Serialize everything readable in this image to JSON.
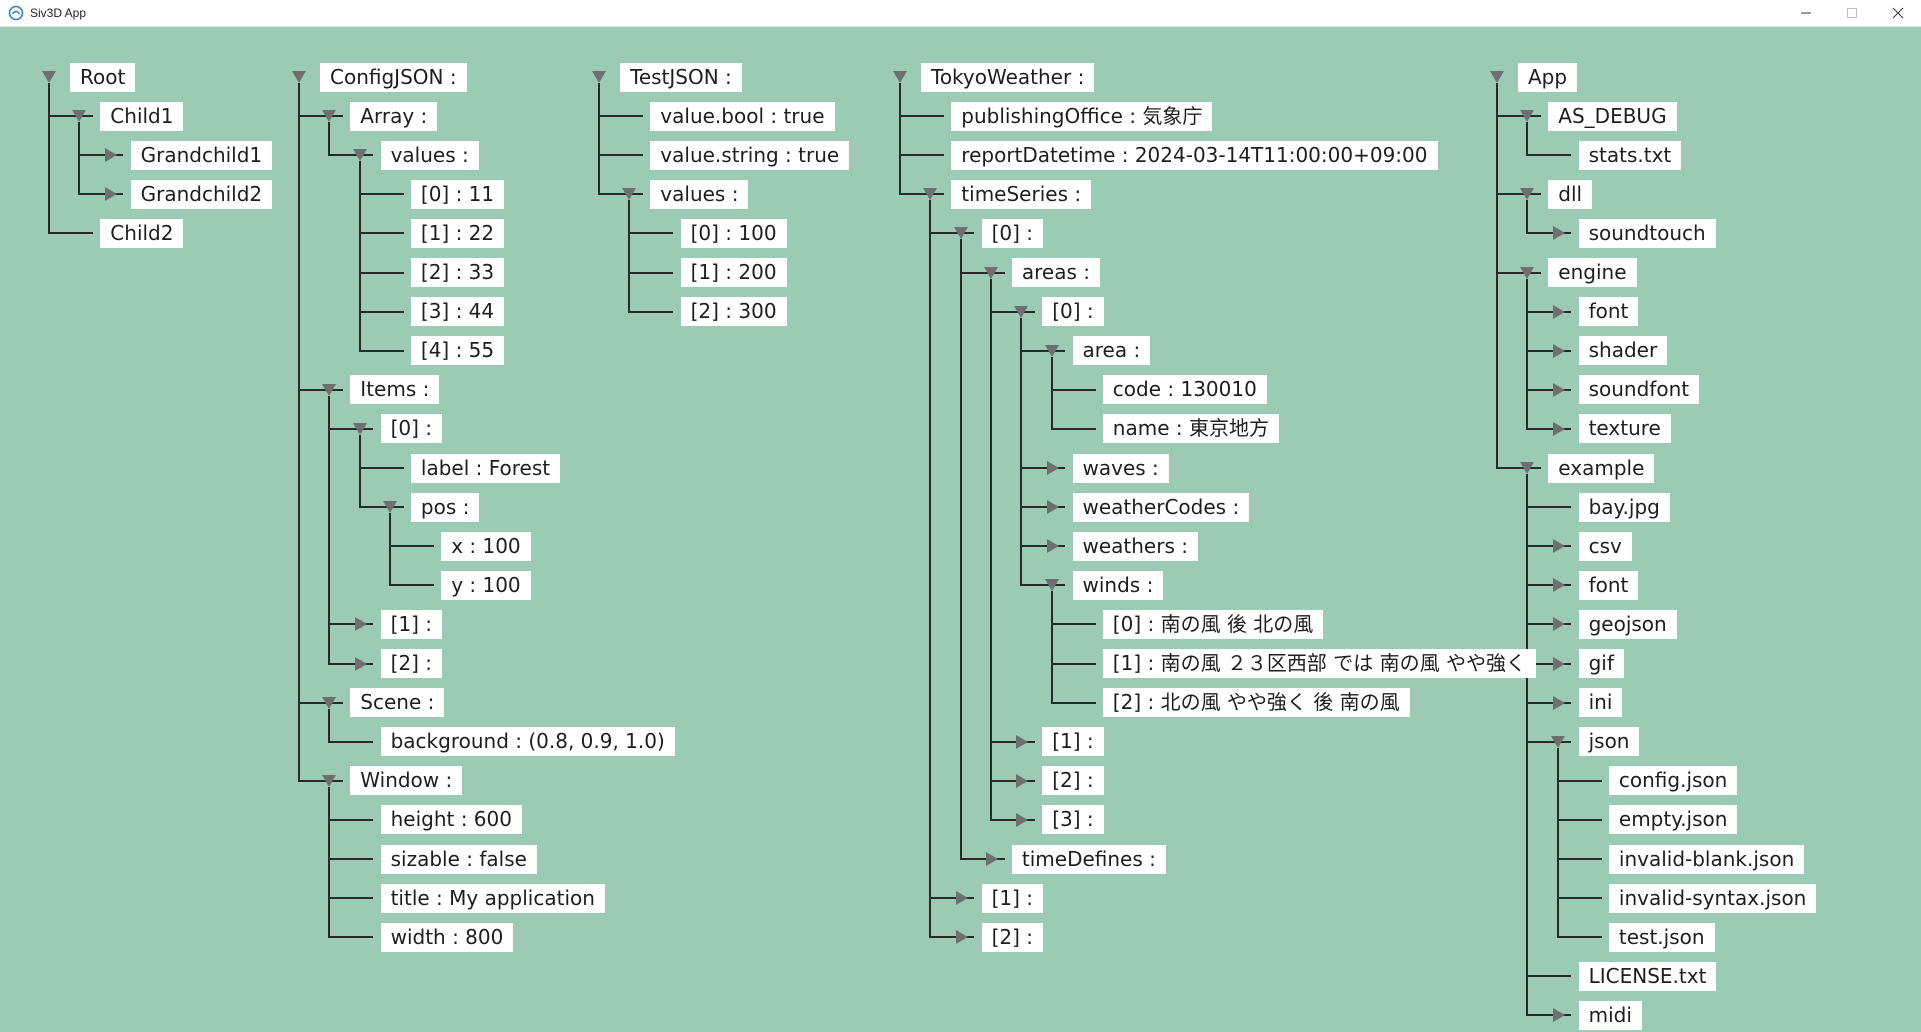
{
  "window": {
    "title": "Siv3D App",
    "accent_color": "#9bcab5"
  },
  "trees": [
    {
      "id": "root",
      "label": "Root",
      "open": true,
      "children": [
        {
          "label": "Child1",
          "open": true,
          "children": [
            {
              "label": "Grandchild1",
              "open": false
            },
            {
              "label": "Grandchild2",
              "open": false
            }
          ]
        },
        {
          "label": "Child2"
        }
      ]
    },
    {
      "id": "config",
      "label": "ConfigJSON :",
      "open": true,
      "children": [
        {
          "label": "Array :",
          "open": true,
          "children": [
            {
              "label": "values :",
              "open": true,
              "children": [
                {
                  "label": "[0] : 11"
                },
                {
                  "label": "[1] : 22"
                },
                {
                  "label": "[2] : 33"
                },
                {
                  "label": "[3] : 44"
                },
                {
                  "label": "[4] : 55"
                }
              ]
            }
          ]
        },
        {
          "label": "Items :",
          "open": true,
          "children": [
            {
              "label": "[0] :",
              "open": true,
              "children": [
                {
                  "label": "label : Forest"
                },
                {
                  "label": "pos :",
                  "open": true,
                  "children": [
                    {
                      "label": "x : 100"
                    },
                    {
                      "label": "y : 100"
                    }
                  ]
                }
              ]
            },
            {
              "label": "[1] :",
              "open": false
            },
            {
              "label": "[2] :",
              "open": false
            }
          ]
        },
        {
          "label": "Scene :",
          "open": true,
          "children": [
            {
              "label": "background : (0.8, 0.9, 1.0)"
            }
          ]
        },
        {
          "label": "Window :",
          "open": true,
          "children": [
            {
              "label": "height : 600"
            },
            {
              "label": "sizable : false"
            },
            {
              "label": "title : My application"
            },
            {
              "label": "width : 800"
            }
          ]
        }
      ]
    },
    {
      "id": "test",
      "label": "TestJSON :",
      "open": true,
      "children": [
        {
          "label": "value.bool : true"
        },
        {
          "label": "value.string : true"
        },
        {
          "label": "values :",
          "open": true,
          "children": [
            {
              "label": "[0] : 100"
            },
            {
              "label": "[1] : 200"
            },
            {
              "label": "[2] : 300"
            }
          ]
        }
      ]
    },
    {
      "id": "weather",
      "label": "TokyoWeather :",
      "open": true,
      "children": [
        {
          "label": "publishingOffice : 気象庁"
        },
        {
          "label": "reportDatetime : 2024-03-14T11:00:00+09:00"
        },
        {
          "label": "timeSeries :",
          "open": true,
          "children": [
            {
              "label": "[0] :",
              "open": true,
              "children": [
                {
                  "label": "areas :",
                  "open": true,
                  "children": [
                    {
                      "label": "[0] :",
                      "open": true,
                      "children": [
                        {
                          "label": "area :",
                          "open": true,
                          "children": [
                            {
                              "label": "code : 130010"
                            },
                            {
                              "label": "name : 東京地方"
                            }
                          ]
                        },
                        {
                          "label": "waves :",
                          "open": false
                        },
                        {
                          "label": "weatherCodes :",
                          "open": false
                        },
                        {
                          "label": "weathers :",
                          "open": false
                        },
                        {
                          "label": "winds :",
                          "open": true,
                          "children": [
                            {
                              "label": "[0] : 南の風 後 北の風"
                            },
                            {
                              "label": "[1] : 南の風 ２３区西部 では 南の風 やや強く"
                            },
                            {
                              "label": "[2] : 北の風 やや強く 後 南の風"
                            }
                          ]
                        }
                      ]
                    },
                    {
                      "label": "[1] :",
                      "open": false
                    },
                    {
                      "label": "[2] :",
                      "open": false
                    },
                    {
                      "label": "[3] :",
                      "open": false
                    }
                  ]
                },
                {
                  "label": "timeDefines :",
                  "open": false
                }
              ]
            },
            {
              "label": "[1] :",
              "open": false
            },
            {
              "label": "[2] :",
              "open": false
            }
          ]
        }
      ]
    },
    {
      "id": "app",
      "label": "App",
      "open": true,
      "children": [
        {
          "label": "AS_DEBUG",
          "open": true,
          "children": [
            {
              "label": "stats.txt"
            }
          ]
        },
        {
          "label": "dll",
          "open": true,
          "children": [
            {
              "label": "soundtouch",
              "open": false
            }
          ]
        },
        {
          "label": "engine",
          "open": true,
          "children": [
            {
              "label": "font",
              "open": false
            },
            {
              "label": "shader",
              "open": false
            },
            {
              "label": "soundfont",
              "open": false
            },
            {
              "label": "texture",
              "open": false
            }
          ]
        },
        {
          "label": "example",
          "open": true,
          "children": [
            {
              "label": "bay.jpg"
            },
            {
              "label": "csv",
              "open": false
            },
            {
              "label": "font",
              "open": false
            },
            {
              "label": "geojson",
              "open": false
            },
            {
              "label": "gif",
              "open": false
            },
            {
              "label": "ini",
              "open": false
            },
            {
              "label": "json",
              "open": true,
              "children": [
                {
                  "label": "config.json"
                },
                {
                  "label": "empty.json"
                },
                {
                  "label": "invalid-blank.json"
                },
                {
                  "label": "invalid-syntax.json"
                },
                {
                  "label": "test.json"
                }
              ]
            },
            {
              "label": "LICENSE.txt"
            },
            {
              "label": "midi",
              "open": false
            }
          ]
        }
      ]
    }
  ]
}
